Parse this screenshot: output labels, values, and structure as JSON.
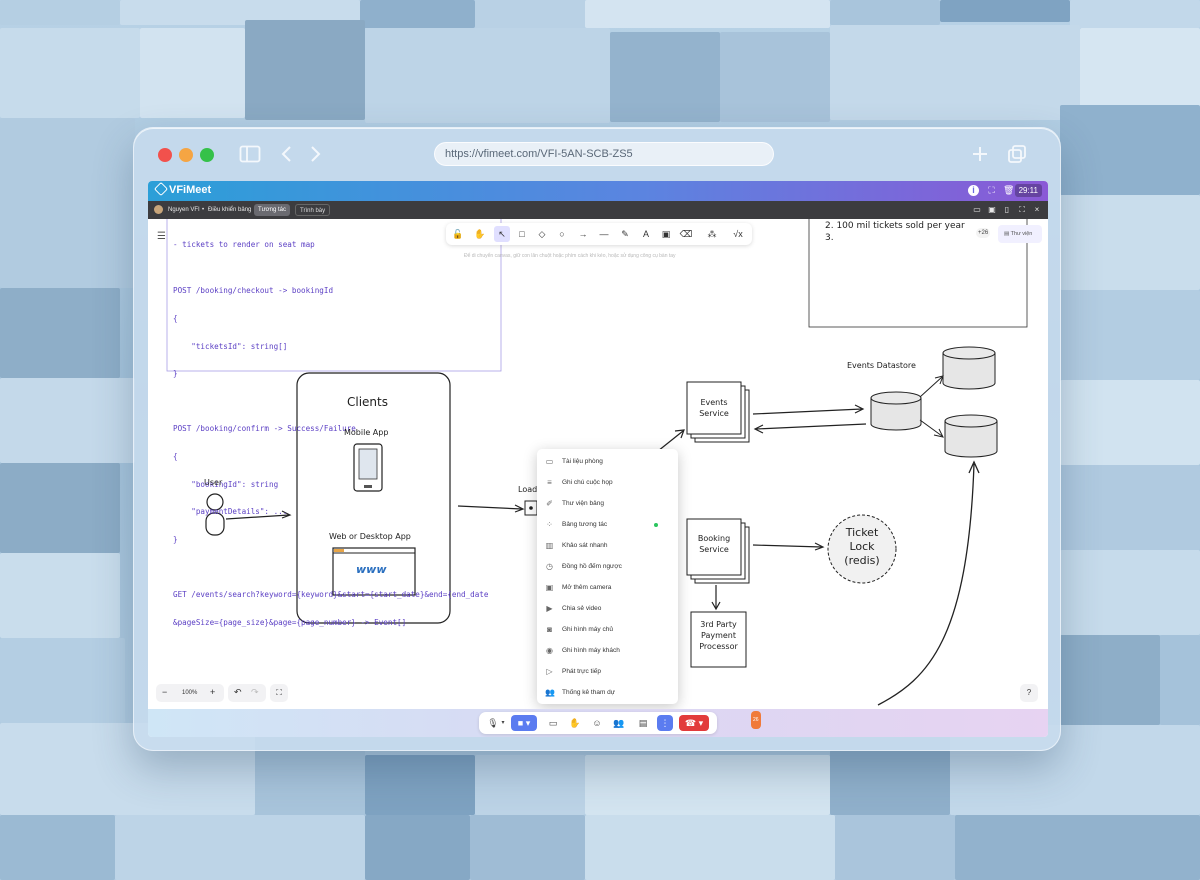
{
  "browser": {
    "url": "https://vfimeet.com/VFI-5AN-SCB-ZS5",
    "sidebar_icon": "sidebar-icon",
    "back_icon": "chevron-left-icon",
    "forward_icon": "chevron-right-icon",
    "new_tab_icon": "plus-icon",
    "tabs_icon": "tabs-icon"
  },
  "app": {
    "logo": "VFiMeet",
    "timer": "29:11",
    "user_name": "Nguyen VFI",
    "separator": "•",
    "control_label": "Điều khiển bảng",
    "tab_interact": "Tương tác",
    "tab_present": "Trình bày"
  },
  "whiteboard": {
    "hint": "Để di chuyển canvas, giữ con lăn chuột hoặc phím cách khi kéo, hoặc sử dụng công cụ bàn tay",
    "library_label": "Thư viện",
    "plus_count": "+26",
    "zoom": "100%",
    "zoom_minus": "−",
    "zoom_plus": "+",
    "code_lines": [
      "- tickets to render on seat map",
      "",
      "POST /booking/checkout -> bookingId",
      "{",
      "    \"ticketsId\": string[]",
      "}",
      "",
      "POST /booking/confirm -> Success/Failure",
      "{",
      "    \"bookingId\": string",
      "    \"paymentDetails\": ...",
      "}",
      "",
      "GET /events/search?keyword={keyword}&start={start_date}&end={end_date",
      "&pageSize={page_size}&page={page_number} -> Event[]"
    ],
    "req_lines": [
      "2. 100 mil tickets sold per year",
      "3."
    ],
    "clients": "Clients",
    "mobile_app": "Mobile App",
    "web_app": "Web or Desktop App",
    "www": "www",
    "user": "User",
    "load_balancer_partial": "Load",
    "events_service_1": "Events",
    "events_service_2": "Service",
    "events_datastore": "Events Datastore",
    "booking_service_1": "Booking",
    "booking_service_2": "Service",
    "ticket_lock_1": "Ticket",
    "ticket_lock_2": "Lock",
    "ticket_lock_3": "(redis)",
    "third_party_1": "3rd Party",
    "third_party_2": "Payment",
    "third_party_3": "Processor"
  },
  "context_menu": [
    {
      "label": "Tài liệu phòng",
      "icon": "folder-icon"
    },
    {
      "label": "Ghi chú cuộc họp",
      "icon": "note-icon"
    },
    {
      "label": "Thư viện bảng",
      "icon": "book-icon"
    },
    {
      "label": "Bảng tương tác",
      "icon": "whiteboard-icon",
      "active": true
    },
    {
      "label": "Khảo sát nhanh",
      "icon": "poll-icon"
    },
    {
      "label": "Đồng hồ đếm ngược",
      "icon": "alarm-icon"
    },
    {
      "label": "Mở thêm camera",
      "icon": "camera-icon"
    },
    {
      "label": "Chia sẻ video",
      "icon": "video-icon"
    },
    {
      "label": "Ghi hình máy chủ",
      "icon": "record-server-icon"
    },
    {
      "label": "Ghi hình máy khách",
      "icon": "record-client-icon"
    },
    {
      "label": "Phát trực tiếp",
      "icon": "live-icon"
    },
    {
      "label": "Thống kê tham dự",
      "icon": "people-stats-icon"
    }
  ],
  "callbar": {
    "participants_badge": "26"
  }
}
